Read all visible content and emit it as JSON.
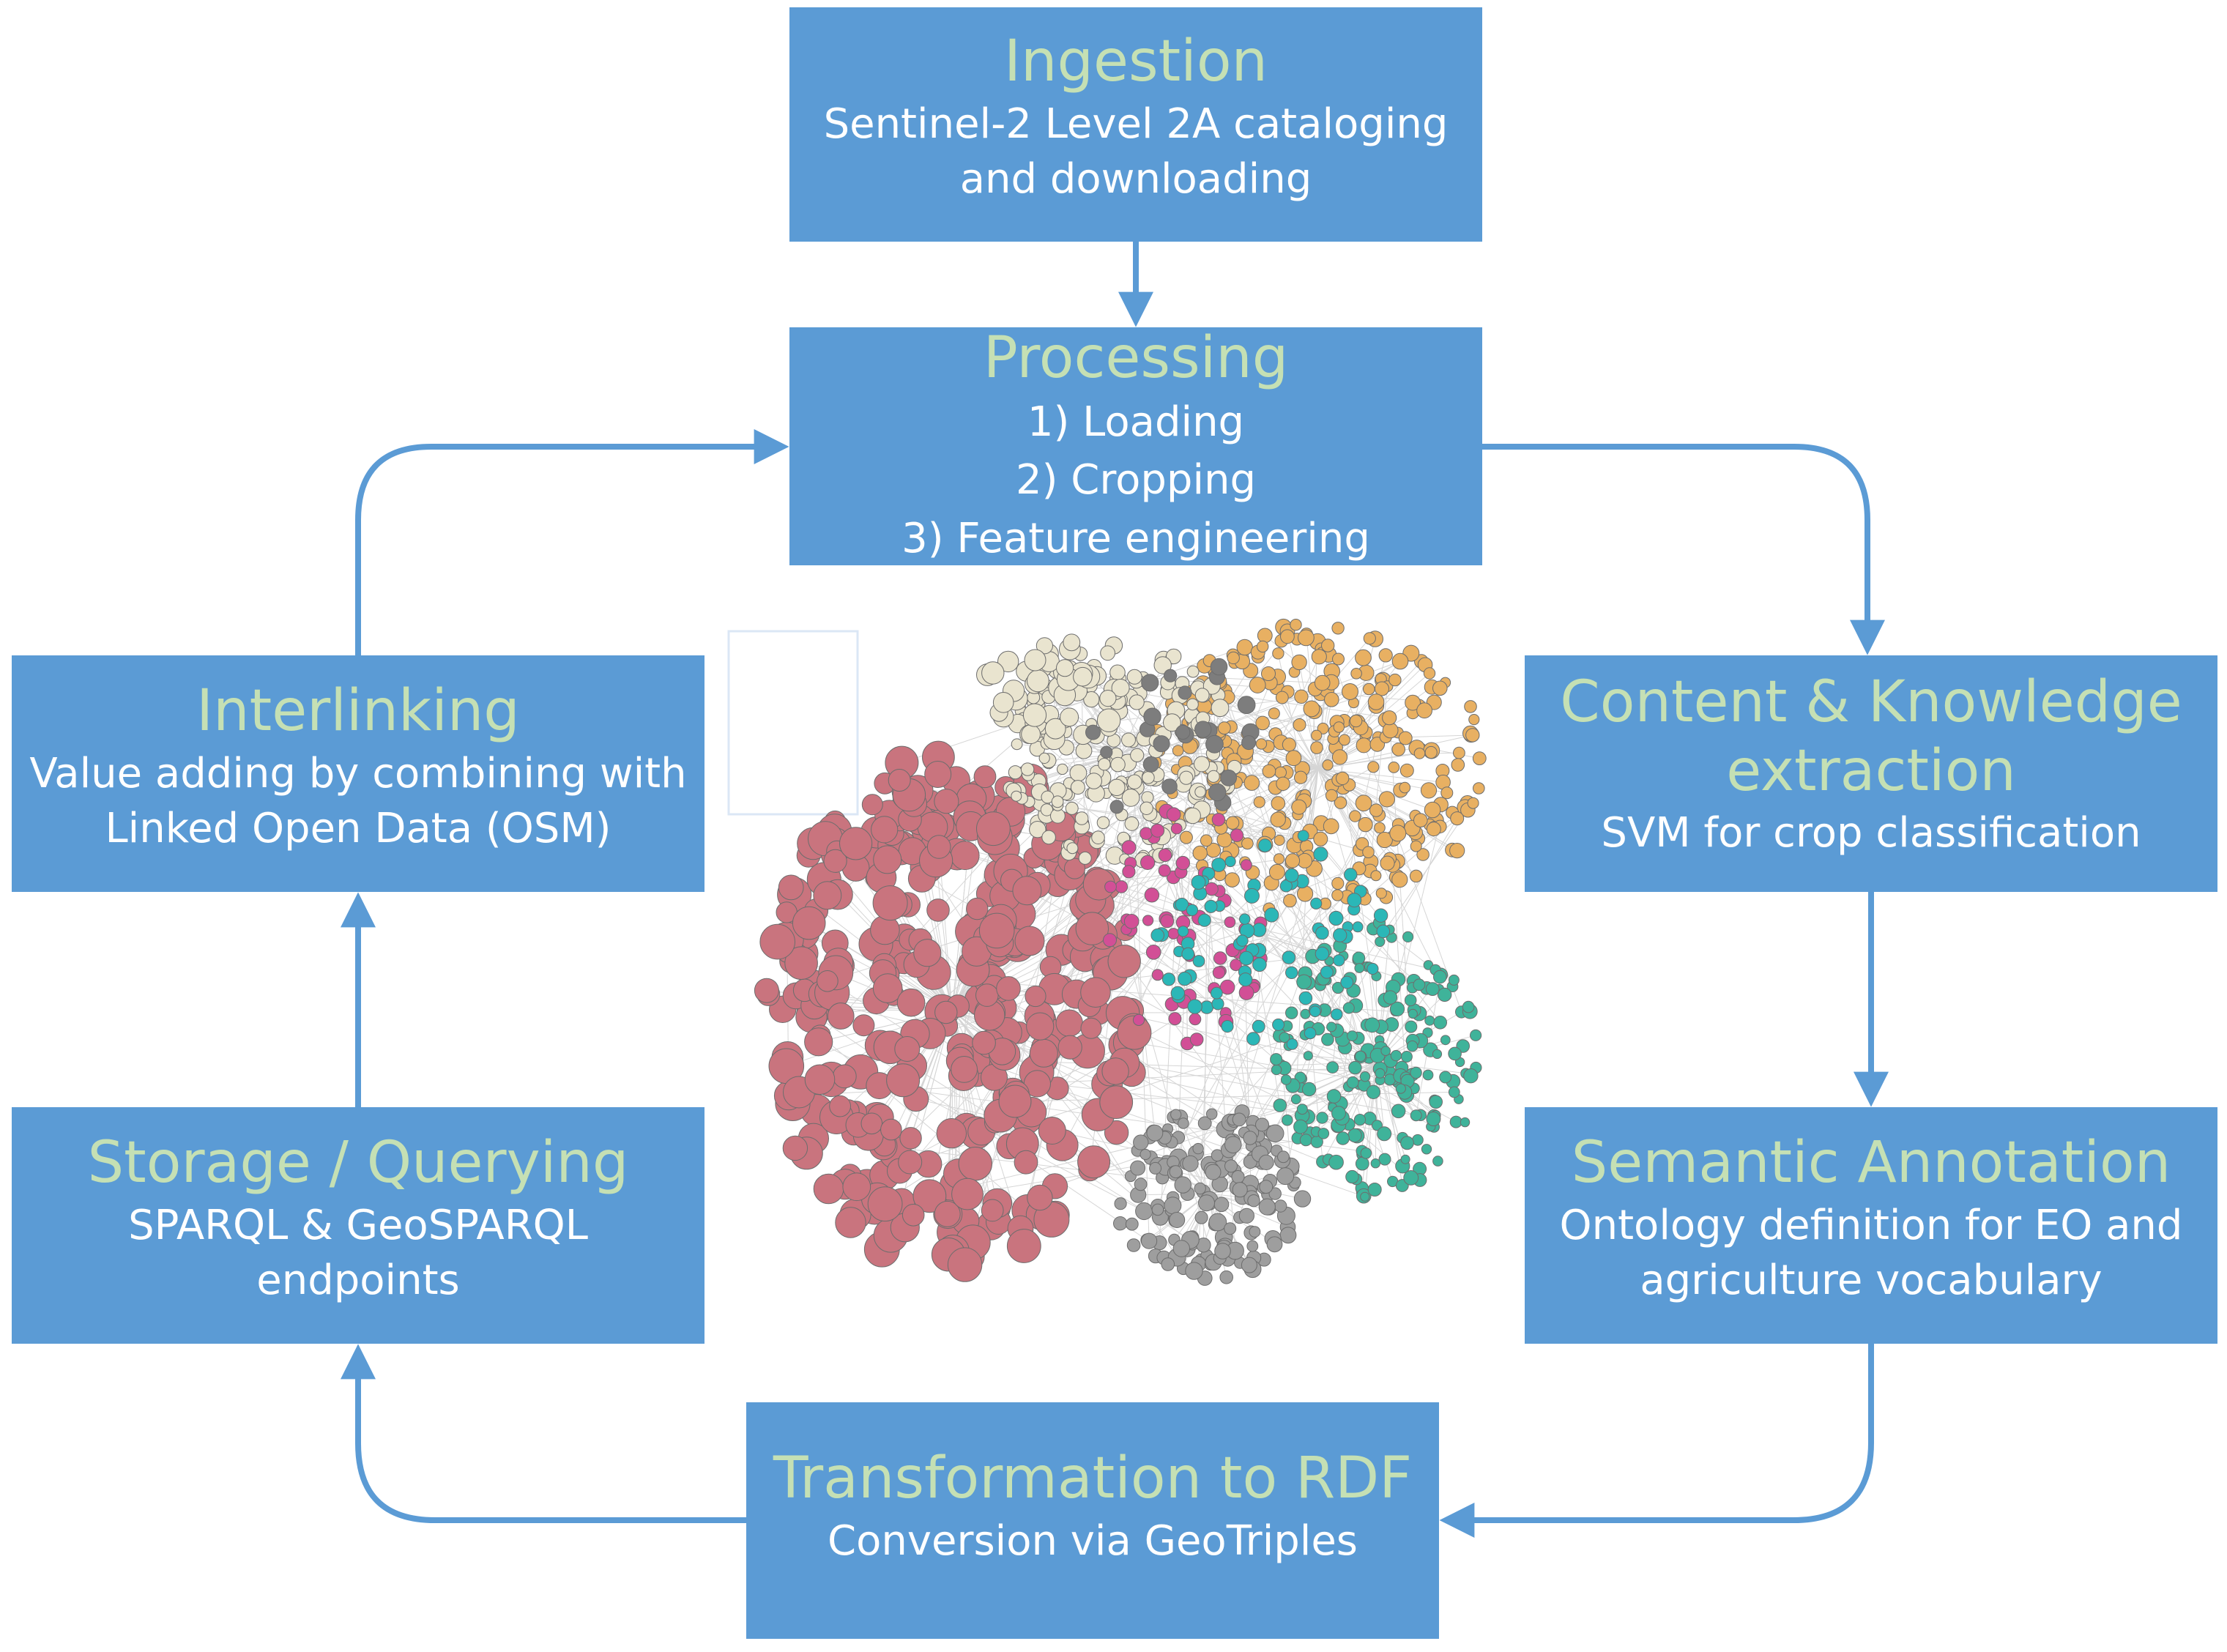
{
  "colors": {
    "box": "#5b9bd5",
    "title": "#c5e0b4",
    "text": "#ffffff",
    "arrow": "#5b9bd5"
  },
  "ingestion": {
    "title": "Ingestion",
    "lines": [
      "Sentinel-2 Level 2A cataloging",
      "and downloading"
    ]
  },
  "processing": {
    "title": "Processing",
    "lines": [
      "1) Loading",
      "2) Cropping",
      "3) Feature engineering"
    ]
  },
  "content": {
    "title_lines": [
      "Content & Knowledge",
      "extraction"
    ],
    "lines": [
      "SVM for crop classification"
    ]
  },
  "semantic": {
    "title": "Semantic Annotation",
    "lines": [
      "Ontology definition for EO and",
      "agriculture vocabulary"
    ]
  },
  "transformation": {
    "title": "Transformation to RDF",
    "lines": [
      "Conversion via GeoTriples"
    ]
  },
  "storage": {
    "title": "Storage / Querying",
    "lines": [
      "SPARQL &  GeoSPARQL",
      "endpoints"
    ]
  },
  "interlinking": {
    "title": "Interlinking",
    "lines": [
      "Value adding by combining with",
      "Linked Open Data (OSM)"
    ]
  },
  "network_graph": {
    "icon": "network-graph-image",
    "cluster_colors": [
      "#c9747e",
      "#9e9e9e",
      "#e8b062",
      "#3fb39a",
      "#e9e4cf",
      "#d24f96",
      "#2bb7b7",
      "#7d7d7d"
    ]
  }
}
